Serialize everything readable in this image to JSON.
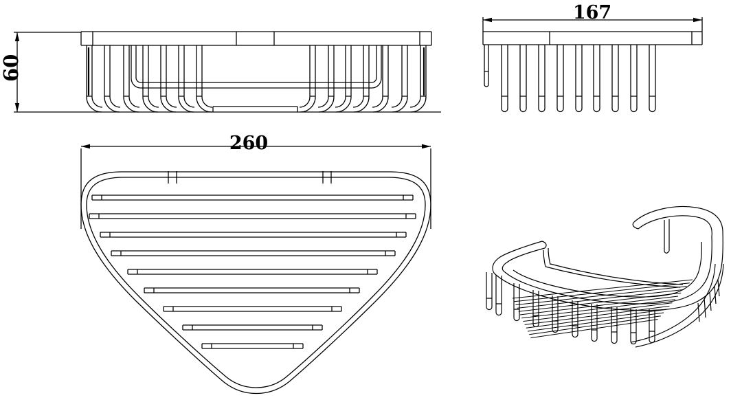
{
  "drawing": {
    "title": "corner-wire-basket-technical-drawing",
    "background_color": "#ffffff",
    "line_color": "#000000",
    "views": {
      "front": {
        "name": "front-view",
        "dimension_height": "60"
      },
      "side": {
        "name": "side-view",
        "dimension_width": "167"
      },
      "top": {
        "name": "top-view",
        "dimension_width": "260"
      },
      "perspective": {
        "name": "perspective-view"
      }
    }
  }
}
